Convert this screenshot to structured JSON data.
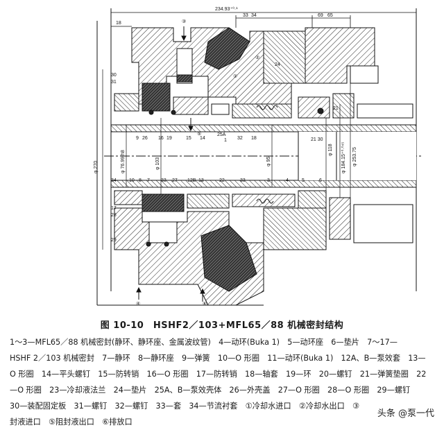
{
  "dimensions": {
    "top_overall": "234.93⁺⁰·¹",
    "top_a": "33",
    "top_b": "34",
    "top_c": "69",
    "top_d": "65",
    "left_18": "18",
    "dia_270": "φ 270",
    "dia_76": "φ 76.99 h8",
    "dia_103": "φ 103",
    "dia_95": "φ 95",
    "dia_118": "φ 118",
    "dia_184": "φ 184.15⁺⁰·⁰⁴⁵",
    "dia_253": "φ 253.75"
  },
  "callouts": {
    "c3": "③",
    "c5": "⑤",
    "c1": "①",
    "c2": "②",
    "c4": "④",
    "c6": "⑥",
    "n24": "24",
    "n30": "30",
    "n31": "31",
    "n21": "21",
    "n9": "9",
    "n26": "26",
    "n16": "16",
    "n19": "19",
    "n15": "15",
    "n14": "14",
    "n25a": "25A",
    "n1": "1",
    "n32": "32",
    "n18": "18",
    "n2130": "21 30",
    "n34": "34",
    "n10": "10",
    "n8": "8",
    "n7": "7",
    "n33": "33",
    "n27": "27",
    "n12b": "12B",
    "n13": "13",
    "n22": "22",
    "n33b": "33",
    "n3": "3",
    "n4": "4",
    "n5": "5",
    "n6": "6",
    "n17": "17",
    "n28": "28",
    "n29": "29"
  },
  "caption": "图 10-10　HSHF2／103+MFL65／88 机械密封结构",
  "legend_lines": [
    "1～3—MFL65／88 机械密封(静环、静环座、金属波纹管)　4—动环(Buka 1)　5—动环座　6—垫片　7～17—",
    "HSHF 2／103 机械密封　7—静环　8—静环座　9—弹簧　10—O 形圈　11—动环(Buka 1)　12A、B—泵效套　13—",
    "O 形圈　14—平头螺钉　15—防转销　16—O 形圈　17—防转销　18—轴套　19—环　20—螺钉　21—弹簧垫圈　22",
    "—O 形圈　23—冷却液法兰　24—垫片　25A、B—泵效壳体　26—外壳盖　27—O 形圈　28—O 形圈　29—螺钉",
    "30—装配固定板　31—螺钉　32—螺钉　33—套　34—节流衬套　①冷却水进口　②冷却水出口　③",
    "封液进口　⑤阻封液出口　⑥排放口"
  ],
  "watermark": "头条 @泵一代"
}
